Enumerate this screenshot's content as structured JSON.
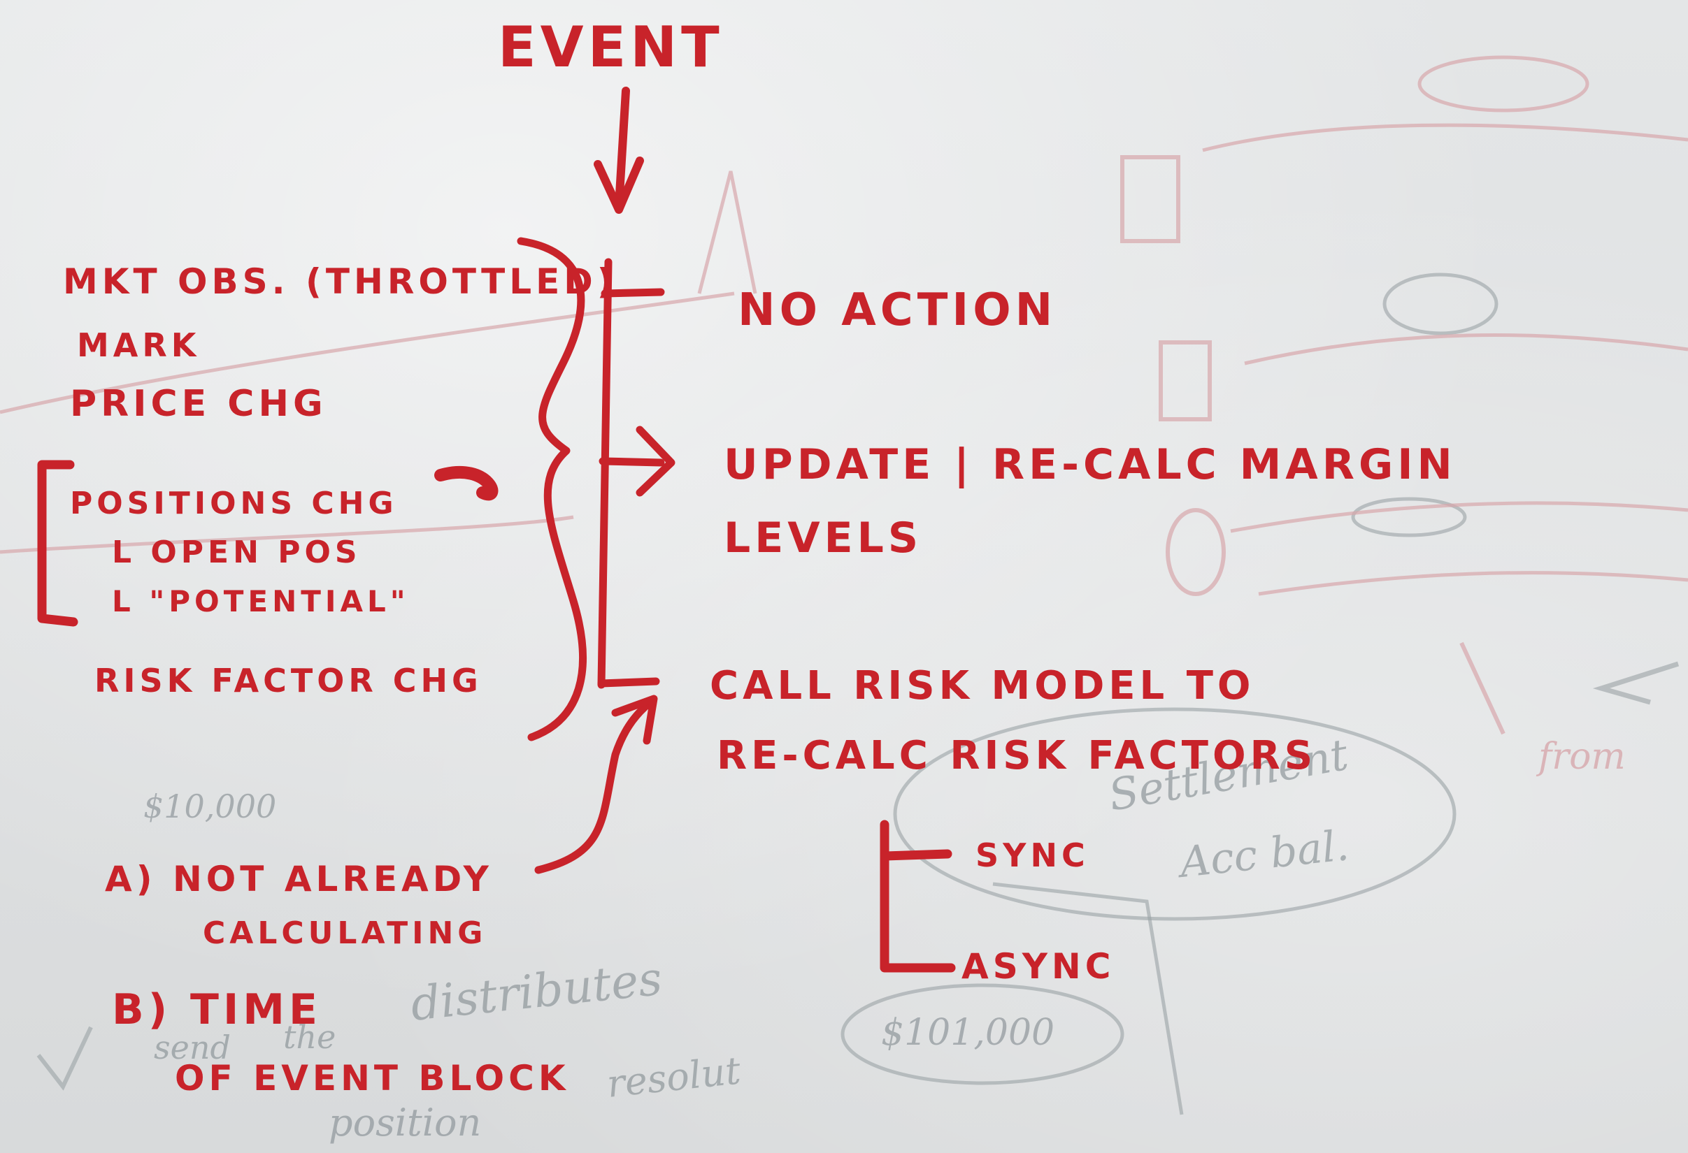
{
  "board": {
    "title": "EVENT",
    "inputs": {
      "mkt_obs": "MKT OBS. (THROTTLED)",
      "mark_price_line1": "MARK",
      "mark_price_line2": "PRICE CHG",
      "positions": "POSITIONS CHG",
      "open_pos": "L OPEN POS",
      "potential": "L \"POTENTIAL\"",
      "risk_factor": "RISK FACTOR CHG"
    },
    "outcomes": {
      "no_action": "NO ACTION",
      "update_line1": "UPDATE | RE-CALC MARGIN",
      "update_line2": "LEVELS",
      "call_line1": "CALL RISK MODEL TO",
      "call_line2": "RE-CALC RISK FACTORS",
      "sync": "SYNC",
      "async": "ASYNC"
    },
    "notes": {
      "a_line1": "A) NOT ALREADY",
      "a_line2": "CALCULATING",
      "b_line1": "B) TIME",
      "b_line2": "OF EVENT BLOCK"
    },
    "faded": {
      "amount_1": "$10,000",
      "amount_2": "$101,000",
      "settlement": "Settlement",
      "acc_bal": "Acc bal.",
      "distributes": "distributes",
      "the": "the",
      "send": "send",
      "position": "position",
      "resolution": "resolut",
      "from": "from"
    },
    "colors": {
      "marker_red": "#c8232a",
      "faded_grey": "#8f979b",
      "faded_red": "#d6a4a8",
      "board": "#dfe1e2"
    }
  }
}
